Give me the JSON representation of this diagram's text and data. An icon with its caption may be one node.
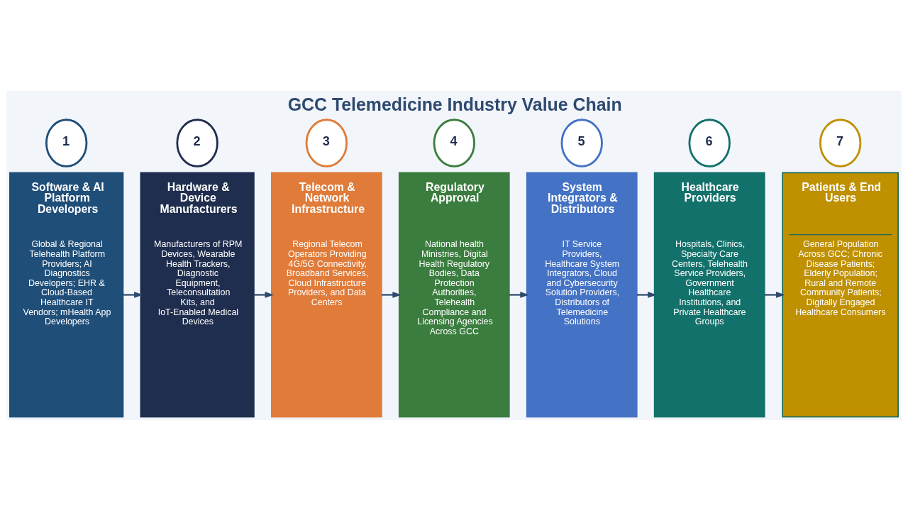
{
  "diagram": {
    "title": "GCC Telemedicine Industry Value Chain",
    "nodes": [
      {
        "text": [
          "1"
        ]
      },
      {
        "text": [
          "Software & AI Platform Developers",
          "Global & Regional Telehealth Platform Providers; AI Diagnostics Developers; EHR & Cloud-Based Healthcare IT Vendors; mHealth App Developers"
        ]
      },
      {
        "text": [
          "2"
        ]
      },
      {
        "text": [
          "Hardware & Device Manufacturers",
          "Manufacturers of RPM Devices, Wearable Health Trackers, Diagnostic Equipment, Teleconsultation Kits, and IoT-Enabled Medical Devices"
        ]
      },
      {
        "text": [
          "3"
        ]
      },
      {
        "text": [
          "Telecom & Network Infrastructure",
          "Regional Telecom Operators Providing 4G/5G Connectivity, Broadband Services, Cloud Infrastructure Providers, and Data Centers"
        ]
      },
      {
        "text": [
          "4"
        ]
      },
      {
        "text": [
          "Regulatory Approval",
          "National health Ministries, Digital Health Regulatory Bodies, Data Protection Authorities, Telehealth Compliance and Licensing Agencies Across GCC"
        ]
      },
      {
        "text": [
          "5"
        ]
      },
      {
        "text": [
          "System Integrators & Distributors",
          "IT Service Providers, Healthcare System Integrators, Cloud and Cybersecurity Solution Providers, Distributors of Telemedicine Solutions"
        ]
      },
      {
        "text": [
          "6"
        ]
      },
      {
        "text": [
          "Healthcare Providers",
          "Hospitals, Clinics, Specialty Care Centers, Telehealth Service Providers, Government Healthcare Institutions, and Private Healthcare Groups"
        ]
      },
      {
        "text": [
          "7"
        ]
      },
      {
        "text": [
          "Patients & End Users",
          "General Population Across GCC; Chronic Disease Patients; Elderly Population; Rural and Remote Community Patients; Digitally Engaged Healthcare Consumers"
        ]
      }
    ],
    "edges": [
      {
        "from": 1,
        "to": 3,
        "arrow": "to"
      },
      {
        "from": 3,
        "to": 5,
        "arrow": "to"
      },
      {
        "from": 5,
        "to": 7,
        "arrow": "to"
      },
      {
        "from": 7,
        "to": 9,
        "arrow": "to"
      },
      {
        "from": 9,
        "to": 11,
        "arrow": "to"
      },
      {
        "from": 11,
        "to": 13,
        "arrow": "to"
      }
    ]
  }
}
